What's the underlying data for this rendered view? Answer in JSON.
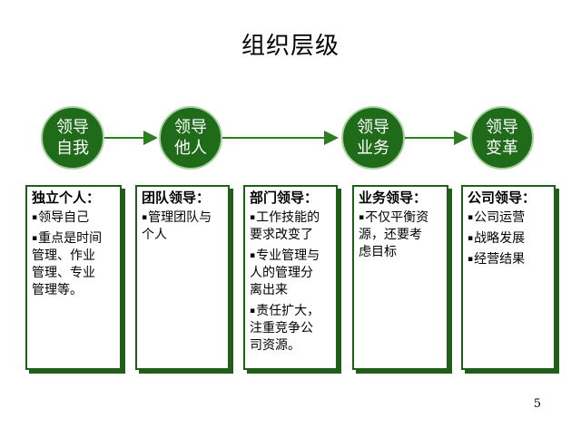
{
  "title": "组织层级",
  "circles": [
    {
      "line1": "领导",
      "line2": "自我"
    },
    {
      "line1": "领导",
      "line2": "他人"
    },
    {
      "line1": "领导",
      "line2": "业务"
    },
    {
      "line1": "领导",
      "line2": "变革"
    }
  ],
  "boxes": [
    {
      "title": "独立个人：",
      "items": [
        "领导自己",
        "重点是时间\n管理、作业\n管理、专业\n管理等。"
      ]
    },
    {
      "title": "团队领导：",
      "items": [
        "管理团队与\n个人"
      ]
    },
    {
      "title": "部门领导：",
      "items": [
        "工作技能的\n要求改变了",
        "专业管理与\n人的管理分\n离出来",
        "责任扩大，\n注重竞争公\n司资源。"
      ]
    },
    {
      "title": "业务领导：",
      "items": [
        "不仅平衡资\n源，还要考\n虑目标"
      ]
    },
    {
      "title": "公司领导：",
      "items": [
        "公司运营",
        "战略发展",
        "经营结果"
      ]
    }
  ],
  "bullet_char": "▪",
  "page_number": "5",
  "colors": {
    "circle_fill": "#1f6b1a",
    "box_border": "#1f5f1a",
    "arrow": "#2e7d22"
  }
}
